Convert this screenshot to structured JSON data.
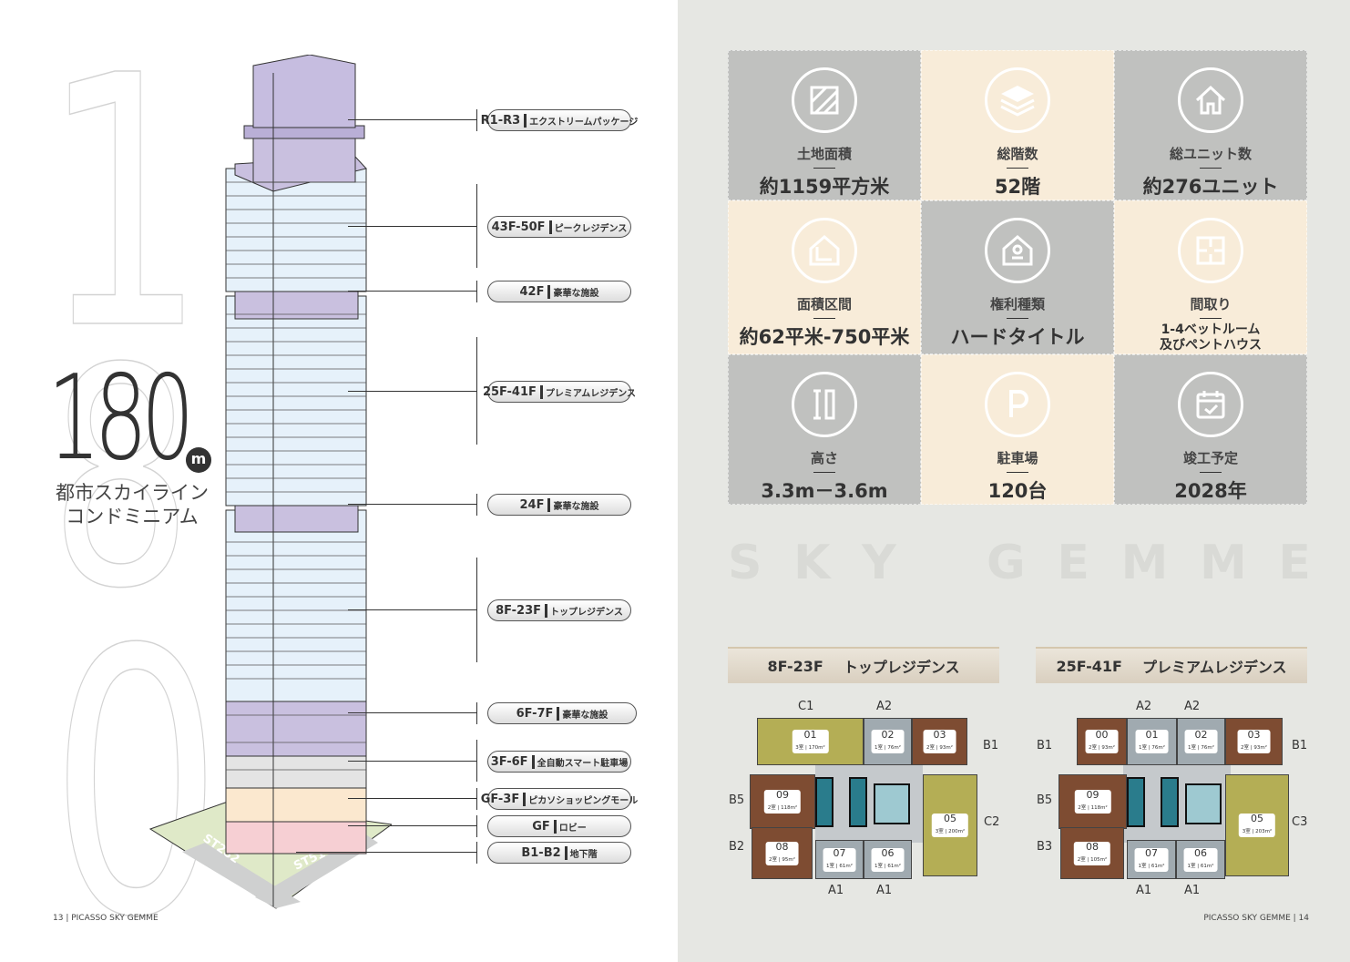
{
  "left_page": {
    "height_value": "180",
    "height_unit": "m",
    "subtitle_line1": "都市スカイライン",
    "subtitle_line2": "コンドミニアム",
    "bg_digits": [
      "1",
      "8",
      "0"
    ],
    "floors": [
      {
        "range": "R1-R3",
        "desc": "エクストリームパッケージ"
      },
      {
        "range": "43F-50F",
        "desc": "ピークレジデンス"
      },
      {
        "range": "42F",
        "desc": "豪華な施設"
      },
      {
        "range": "25F-41F",
        "desc": "プレミアムレジデンス"
      },
      {
        "range": "24F",
        "desc": "豪華な施設"
      },
      {
        "range": "8F-23F",
        "desc": "トップレジデンス"
      },
      {
        "range": "6F-7F",
        "desc": "豪華な施設"
      },
      {
        "range": "3F-6F",
        "desc": "全自動スマート駐車場"
      },
      {
        "range": "GF-3F",
        "desc": "ピカソショッピングモール"
      },
      {
        "range": "GF",
        "desc": "ロビー"
      },
      {
        "range": "B1-B2",
        "desc": "地下階"
      }
    ],
    "streets": [
      "ST282",
      "ST51"
    ],
    "footer_page": "13",
    "footer_brand": "PICASSO SKY GEMME"
  },
  "stats": [
    {
      "icon": "land-area-icon",
      "label": "土地面積",
      "value": "約1159平方米"
    },
    {
      "icon": "layers-icon",
      "label": "総階数",
      "value": "52階"
    },
    {
      "icon": "house-icon",
      "label": "総ユニット数",
      "value": "約276ユニット"
    },
    {
      "icon": "house-ruler-icon",
      "label": "面積区間",
      "value": "約62平米-750平米"
    },
    {
      "icon": "title-deed-icon",
      "label": "権利種類",
      "value": "ハードタイトル"
    },
    {
      "icon": "floorplan-icon",
      "label": "間取り",
      "value": "1-4ベットルーム",
      "value2": "及びペントハウス"
    },
    {
      "icon": "ceiling-height-icon",
      "label": "高さ",
      "value": "3.3m－3.6m"
    },
    {
      "icon": "parking-icon",
      "label": "駐車場",
      "value": "120台"
    },
    {
      "icon": "calendar-icon",
      "label": "竣工予定",
      "value": "2028年"
    }
  ],
  "watermark": [
    "S",
    "K",
    "Y",
    "G",
    "E",
    "M",
    "M",
    "E"
  ],
  "plans": [
    {
      "floors": "8F-23F",
      "name": "トップレジデンス",
      "units": [
        {
          "no": "01",
          "info": "3室 | 170m²"
        },
        {
          "no": "02",
          "info": "1室 | 76m²"
        },
        {
          "no": "03",
          "info": "2室 | 93m²"
        },
        {
          "no": "09",
          "info": "2室 | 118m²"
        },
        {
          "no": "08",
          "info": "2室 | 95m²"
        },
        {
          "no": "05",
          "info": "3室 | 200m²"
        },
        {
          "no": "07",
          "info": "1室 | 61m²"
        },
        {
          "no": "06",
          "info": "1室 | 61m²"
        }
      ],
      "types": [
        "C1",
        "A2",
        "B1",
        "B5",
        "B2",
        "C2",
        "A1",
        "A1"
      ]
    },
    {
      "floors": "25F-41F",
      "name": "プレミアムレジデンス",
      "units": [
        {
          "no": "00",
          "info": "2室 | 93m²"
        },
        {
          "no": "01",
          "info": "1室 | 76m²"
        },
        {
          "no": "02",
          "info": "1室 | 76m²"
        },
        {
          "no": "03",
          "info": "2室 | 93m²"
        },
        {
          "no": "09",
          "info": "2室 | 118m²"
        },
        {
          "no": "08",
          "info": "2室 | 105m²"
        },
        {
          "no": "05",
          "info": "3室 | 203m²"
        },
        {
          "no": "07",
          "info": "1室 | 61m²"
        },
        {
          "no": "06",
          "info": "1室 | 61m²"
        }
      ],
      "types": [
        "A2",
        "A2",
        "B1",
        "B1",
        "B5",
        "B3",
        "C3",
        "A1",
        "A1"
      ]
    }
  ],
  "right_footer": {
    "brand": "PICASSO SKY GEMME",
    "page": "14"
  }
}
